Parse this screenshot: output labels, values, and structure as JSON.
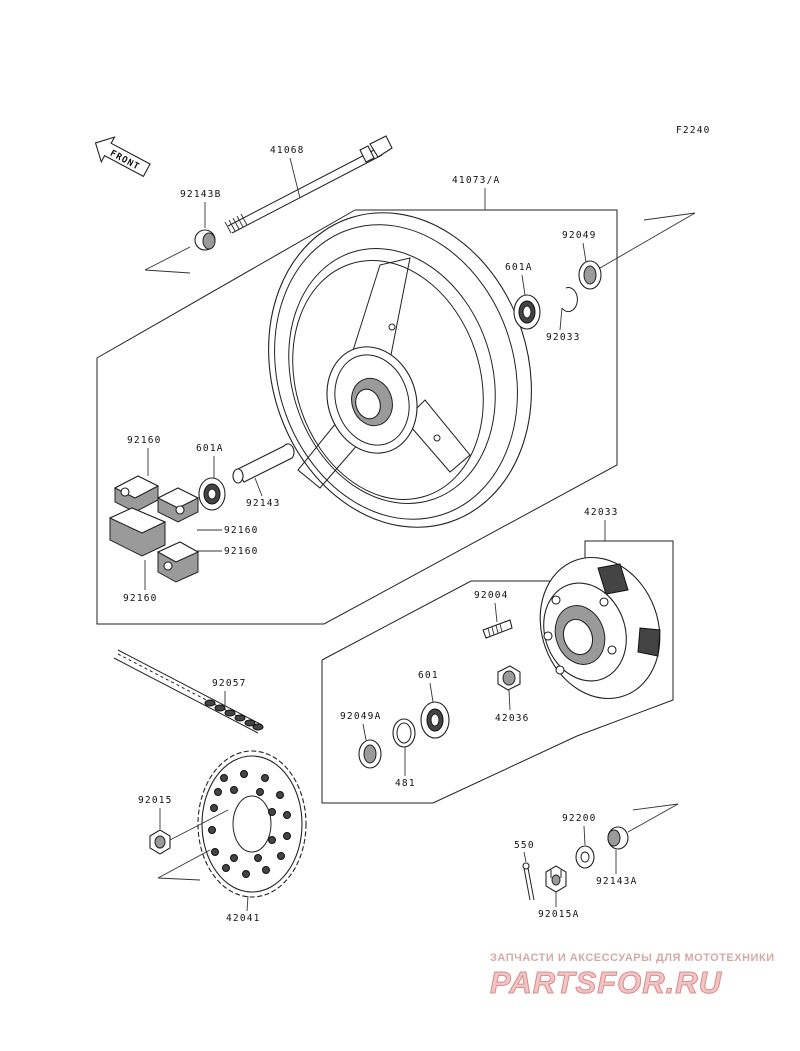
{
  "figure_code": "F2240",
  "front_label": "FRONT",
  "parts": {
    "axle": "41068",
    "axle_collar": "92143B",
    "wheel": "41073/A",
    "oil_seal_right": "92049",
    "bearing_right": "601A",
    "circlip": "92033",
    "damper_top": "92160",
    "bearing_left": "601A",
    "spacer": "92143",
    "damper_mid": "92160",
    "damper_low": "92160",
    "damper_bottom": "92160",
    "coupling": "42033",
    "stud": "92004",
    "chain": "92057",
    "oil_seal_left": "92049A",
    "bearing_coupling": "601",
    "collar_coupling": "42036",
    "circlip_coupling": "481",
    "nut": "92015",
    "sprocket": "42041",
    "washer": "92200",
    "pin": "550",
    "castle_nut": "92015A",
    "collar_right": "92143A"
  },
  "watermark": {
    "tagline": "ЗАПЧАСТИ И АКСЕССУАРЫ ДЛЯ МОТОТЕХНИКИ",
    "brand": "PARTSFOR.RU"
  }
}
